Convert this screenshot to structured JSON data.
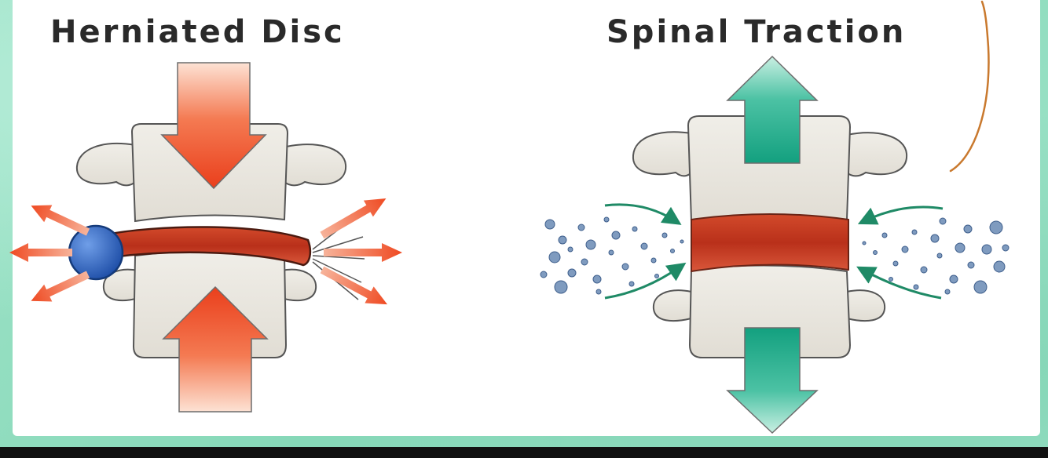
{
  "panels": [
    {
      "title": "Herniated Disc"
    },
    {
      "title": "Spinal Traction"
    }
  ],
  "colors": {
    "background_green": "#8fdcc0",
    "card": "#ffffff",
    "compression_arrow_red": "#ef4a22",
    "traction_arrow_teal": "#1fa888",
    "disc_red": "#c2301b",
    "herniation_blue": "#2c66c8",
    "nutrient_bubbles": "#7f9bbf",
    "annotation_line_orange": "#c9792e"
  },
  "icons": {
    "herniated_disc": "vertebra-compressed-disc-with-herniation",
    "spinal_traction": "vertebra-decompressed-disc-with-inflow"
  }
}
